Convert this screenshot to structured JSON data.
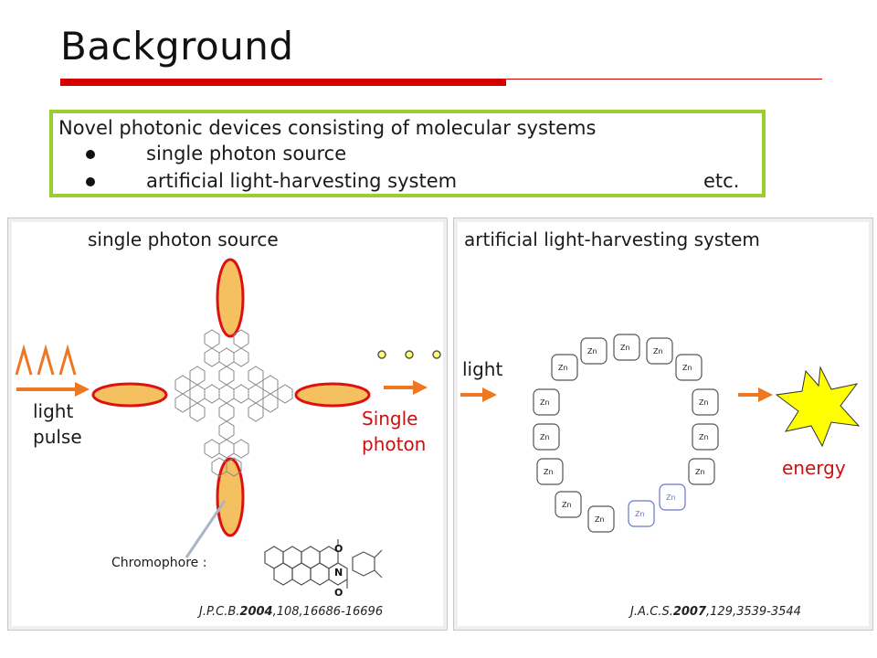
{
  "title": "Background",
  "intro": {
    "line1": "Novel photonic devices consisting of molecular systems",
    "bullets": [
      "single photon source",
      "artificial light-harvesting system"
    ],
    "etc": "etc."
  },
  "left_panel": {
    "title": "single photon source",
    "light_pulse": [
      "light",
      "pulse"
    ],
    "single_photon": [
      "Single",
      "photon"
    ],
    "chromophore_label": "Chromophore :",
    "citation": {
      "journal": "J.P.C.B.",
      "year": "2004",
      "rest": ",108,16686-16696"
    }
  },
  "right_panel": {
    "title": "artificial light-harvesting system",
    "light": "light",
    "energy": "energy",
    "citation": {
      "journal": "J.A.C.S.",
      "year": "2007",
      "rest": ",129,3539-3544"
    }
  },
  "colors": {
    "accent_red": "#d40000",
    "box_green": "#9acd32",
    "arrow_orange": "#ee7722",
    "lobe_fill": "#f5c060",
    "lobe_stroke": "#dd1111",
    "burst_yellow": "#ffff00"
  }
}
